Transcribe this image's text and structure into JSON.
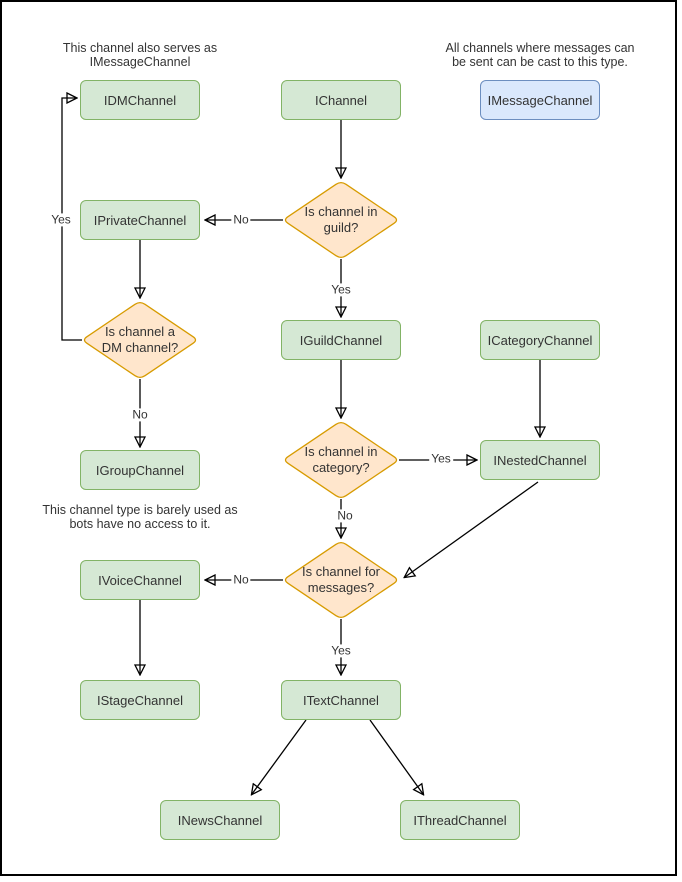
{
  "diagram": {
    "annotations": {
      "dm_note": "This channel also serves as\nIMessageChannel",
      "message_note": "All channels where messages can\nbe sent can be cast to this type.",
      "group_note": "This channel type is barely used as\nbots have no access to it."
    },
    "nodes": {
      "idm": {
        "label": "IDMChannel",
        "style": "green"
      },
      "channel": {
        "label": "IChannel",
        "style": "green"
      },
      "message": {
        "label": "IMessageChannel",
        "style": "blue"
      },
      "private": {
        "label": "IPrivateChannel",
        "style": "green"
      },
      "guild": {
        "label": "IGuildChannel",
        "style": "green"
      },
      "category": {
        "label": "ICategoryChannel",
        "style": "green"
      },
      "group": {
        "label": "IGroupChannel",
        "style": "green"
      },
      "nested": {
        "label": "INestedChannel",
        "style": "green"
      },
      "voice": {
        "label": "IVoiceChannel",
        "style": "green"
      },
      "text": {
        "label": "ITextChannel",
        "style": "green"
      },
      "stage": {
        "label": "IStageChannel",
        "style": "green"
      },
      "news": {
        "label": "INewsChannel",
        "style": "green"
      },
      "thread": {
        "label": "IThreadChannel",
        "style": "green"
      }
    },
    "decisions": {
      "in_guild": {
        "label": "Is channel in\nguild?"
      },
      "is_dm": {
        "label": "Is channel a\nDM channel?"
      },
      "in_category": {
        "label": "Is channel in\ncategory?"
      },
      "for_messages": {
        "label": "Is channel for\nmessages?"
      }
    },
    "edge_labels": {
      "in_guild_yes": "Yes",
      "in_guild_no": "No",
      "is_dm_yes": "Yes",
      "is_dm_no": "No",
      "in_category_yes": "Yes",
      "in_category_no": "No",
      "for_messages_yes": "Yes",
      "for_messages_no": "No"
    },
    "edges": [
      {
        "from": "IChannel",
        "to": "Is channel in guild?",
        "label": ""
      },
      {
        "from": "Is channel in guild?",
        "to": "IPrivateChannel",
        "label": "No"
      },
      {
        "from": "Is channel in guild?",
        "to": "IGuildChannel",
        "label": "Yes"
      },
      {
        "from": "IPrivateChannel",
        "to": "Is channel a DM channel?",
        "label": ""
      },
      {
        "from": "Is channel a DM channel?",
        "to": "IDMChannel",
        "label": "Yes"
      },
      {
        "from": "Is channel a DM channel?",
        "to": "IGroupChannel",
        "label": "No"
      },
      {
        "from": "IGuildChannel",
        "to": "Is channel in category?",
        "label": ""
      },
      {
        "from": "Is channel in category?",
        "to": "INestedChannel",
        "label": "Yes"
      },
      {
        "from": "Is channel in category?",
        "to": "Is channel for messages?",
        "label": "No"
      },
      {
        "from": "ICategoryChannel",
        "to": "INestedChannel",
        "label": ""
      },
      {
        "from": "INestedChannel",
        "to": "Is channel for messages?",
        "label": ""
      },
      {
        "from": "Is channel for messages?",
        "to": "IVoiceChannel",
        "label": "No"
      },
      {
        "from": "Is channel for messages?",
        "to": "ITextChannel",
        "label": "Yes"
      },
      {
        "from": "IVoiceChannel",
        "to": "IStageChannel",
        "label": ""
      },
      {
        "from": "ITextChannel",
        "to": "INewsChannel",
        "label": ""
      },
      {
        "from": "ITextChannel",
        "to": "IThreadChannel",
        "label": ""
      }
    ],
    "colors": {
      "node_green_fill": "#d5e8d4",
      "node_green_stroke": "#82b366",
      "node_blue_fill": "#dae8fc",
      "node_blue_stroke": "#6c8ebf",
      "decision_fill": "#ffe6cc",
      "decision_stroke": "#d79b00",
      "edge_stroke": "#000000",
      "text": "#333333",
      "frame_border": "#000000"
    }
  }
}
